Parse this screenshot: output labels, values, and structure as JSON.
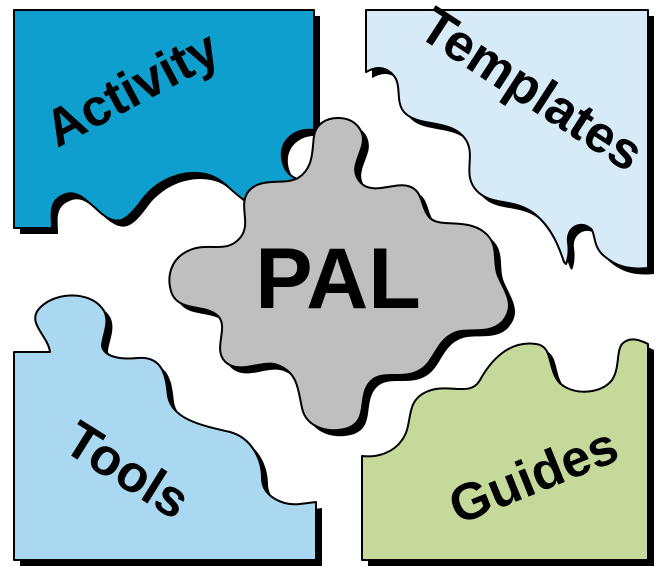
{
  "pieces": {
    "activity": {
      "label": "Activity",
      "color": "#0f9fce"
    },
    "templates": {
      "label": "Templates",
      "color": "#d6eaf8"
    },
    "tools": {
      "label": "Tools",
      "color": "#a9d8f0"
    },
    "guides": {
      "label": "Guides",
      "color": "#c5d99a"
    }
  },
  "center": {
    "label": "PAL",
    "color": "#bfbfbf"
  },
  "outline_color": "#000000",
  "shadow_color": "#000000"
}
